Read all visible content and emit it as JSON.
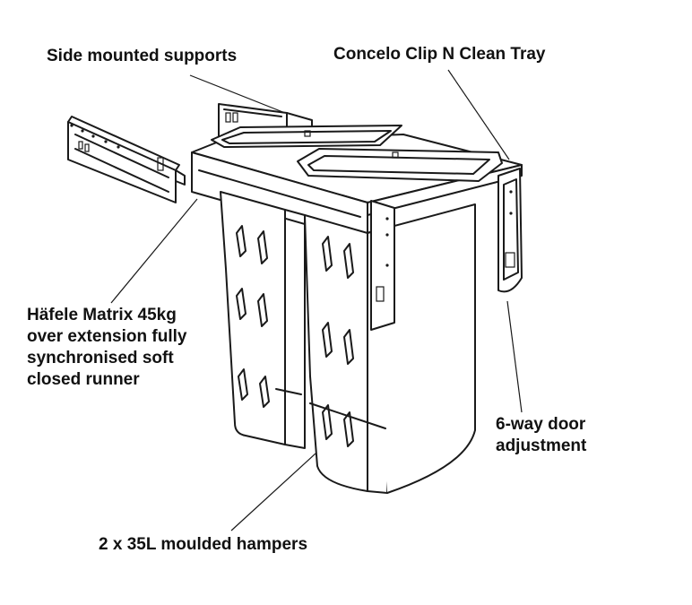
{
  "labels": {
    "side_supports": "Side mounted supports",
    "tray": "Concelo Clip N Clean Tray",
    "runner_lines": [
      "Häfele Matrix 45kg",
      "over extension fully",
      "synchronised soft",
      "closed runner"
    ],
    "door_lines": [
      "6-way door",
      "adjustment"
    ],
    "hampers": "2 x 35L moulded hampers"
  },
  "colors": {
    "line": "#1a1a1a",
    "background": "#ffffff",
    "text": "#111111"
  }
}
